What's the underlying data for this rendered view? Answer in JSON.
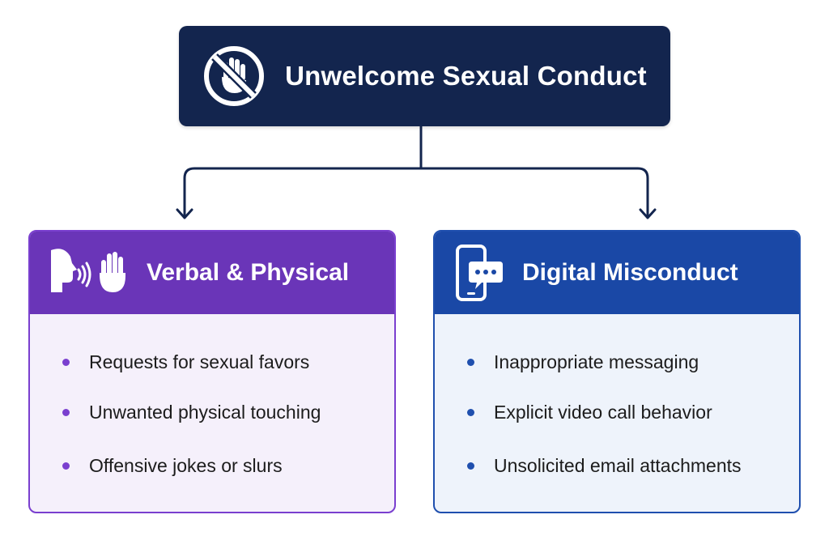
{
  "title": "Unwelcome Sexual Conduct",
  "top_icon": "no-hand-icon",
  "colors": {
    "title_bg": "#13254e",
    "verbal_accent": "#6a35b8",
    "digital_accent": "#1a48a6",
    "connector": "#13254e"
  },
  "categories": [
    {
      "title": "Verbal & Physical",
      "icons": [
        "speaking-head-icon",
        "raised-hand-icon"
      ],
      "items": [
        "Requests for sexual favors",
        "Unwanted physical touching",
        "Offensive jokes or slurs"
      ]
    },
    {
      "title": "Digital Misconduct",
      "icons": [
        "smartphone-chat-icon"
      ],
      "items": [
        "Inappropriate messaging",
        "Explicit video call behavior",
        "Unsolicited email attachments"
      ]
    }
  ]
}
